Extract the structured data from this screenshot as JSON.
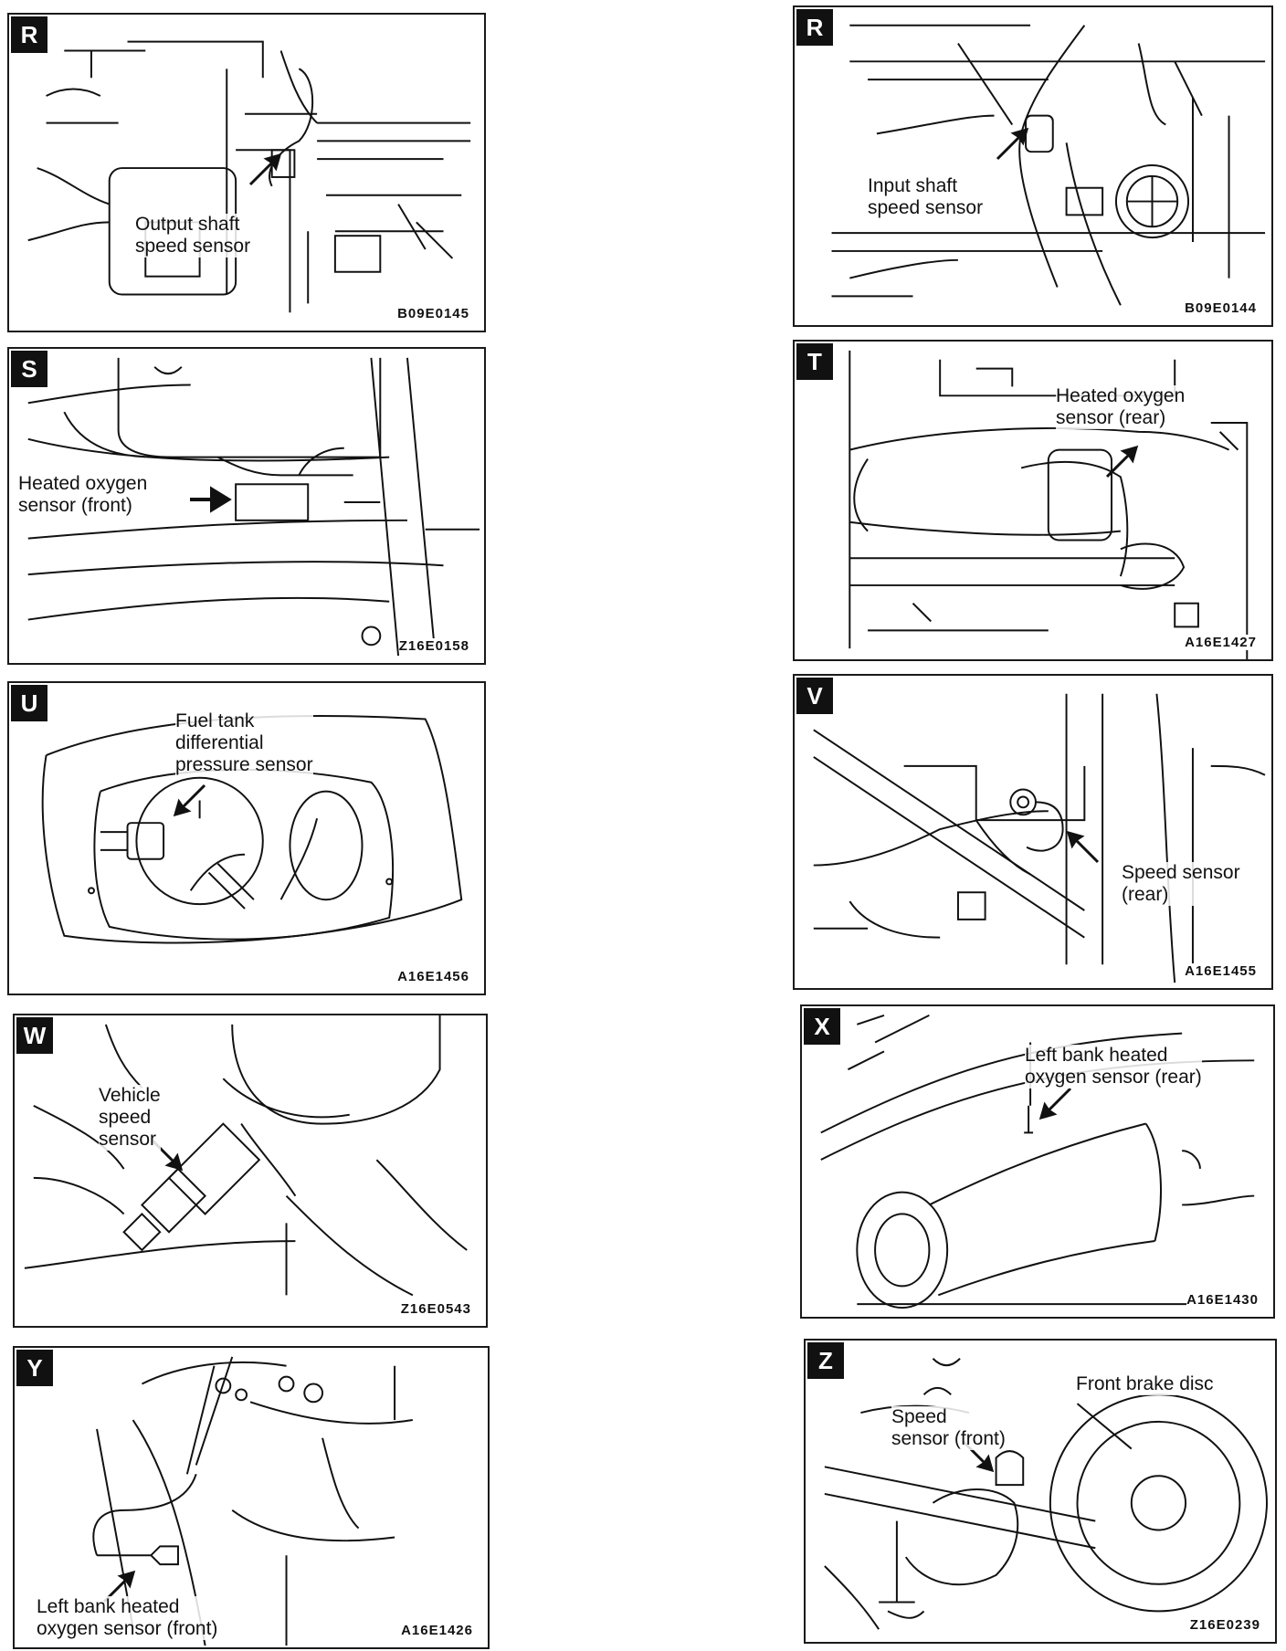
{
  "panels": [
    {
      "letter": "R",
      "code": "B09E0145",
      "callout": [
        "Output   shaft",
        "speed sensor"
      ]
    },
    {
      "letter": "R",
      "code": "B09E0144",
      "callout": [
        "Input      shaft",
        "speed sensor"
      ]
    },
    {
      "letter": "S",
      "code": "Z16E0158",
      "callout": [
        "Heated    oxygen",
        "sensor (front)"
      ]
    },
    {
      "letter": "T",
      "code": "A16E1427",
      "callout": [
        "Heated  oxygen",
        "sensor (rear)"
      ]
    },
    {
      "letter": "U",
      "code": "A16E1456",
      "callout": [
        "Fuel tank",
        "differential",
        "pressure sensor"
      ]
    },
    {
      "letter": "V",
      "code": "A16E1455",
      "callout": [
        "Speed   sensor",
        "(rear)"
      ]
    },
    {
      "letter": "W",
      "code": "Z16E0543",
      "callout": [
        "Vehicle",
        "speed",
        "sensor"
      ]
    },
    {
      "letter": "X",
      "code": "A16E1430",
      "callout": [
        "Left bank heated",
        "oxygen sensor (rear)"
      ]
    },
    {
      "letter": "Y",
      "code": "A16E1426",
      "callout": [
        "Left bank heated",
        "oxygen sensor (front)"
      ]
    },
    {
      "letter": "Z",
      "code": "Z16E0239",
      "callout": [
        "Speed",
        "sensor (front)"
      ],
      "callout2": [
        "Front brake disc"
      ]
    }
  ]
}
